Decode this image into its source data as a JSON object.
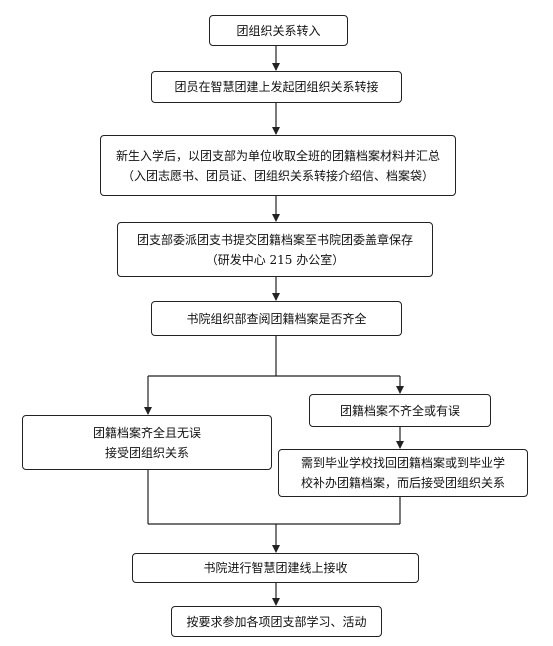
{
  "nodes": {
    "transfer_in": "团组织关系转入",
    "initiate_online": "团员在智慧团建上发起团组织关系转接",
    "collect_line1": "新生入学后，以团支部为单位收取全班的团籍档案材料并汇总",
    "collect_line2": "（入团志愿书、团员证、团组织关系转接介绍信、档案袋）",
    "submit_line1": "团支部委派团支书提交团籍档案至书院团委盖章保存",
    "submit_line2": "（研发中心 215 办公室）",
    "review": "书院组织部查阅团籍档案是否齐全",
    "complete_line1": "团籍档案齐全且无误",
    "complete_line2": "接受团组织关系",
    "incomplete": "团籍档案不齐全或有误",
    "remedy_line1": "需到毕业学校找回团籍档案或到毕业学",
    "remedy_line2": "校补办团籍档案，而后接受团组织关系",
    "online_receive": "书院进行智慧团建线上接收",
    "participate": "按要求参加各项团支部学习、活动"
  }
}
